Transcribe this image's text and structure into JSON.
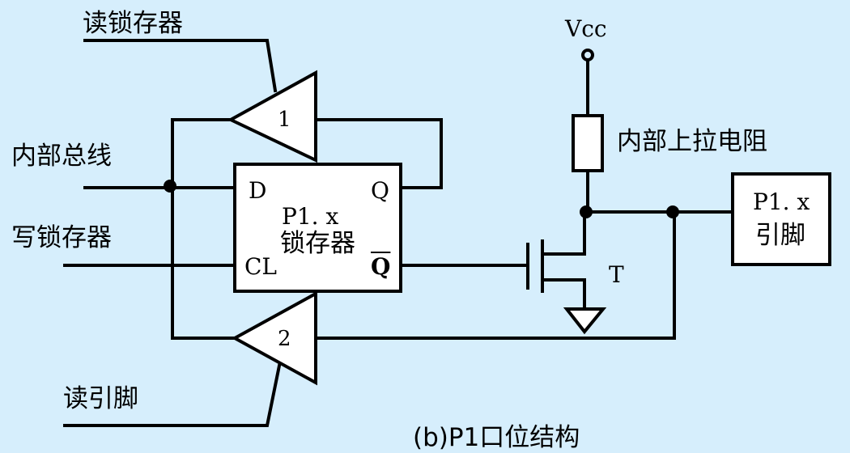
{
  "labels": {
    "read_latch": "读锁存器",
    "internal_bus": "内部总线",
    "write_latch": "写锁存器",
    "read_pin": "读引脚",
    "vcc": "Vcc",
    "pullup_resistor": "内部上拉电阻",
    "latch_name": "P1. x",
    "latch_sub": "锁存器",
    "pin_box_line1": "P1. x",
    "pin_box_line2": "引脚",
    "transistor": "T",
    "caption": "(b)P1口位结构"
  },
  "pins": {
    "d": "D",
    "q": "Q",
    "cl": "CL",
    "qbar": "Q"
  },
  "buffers": {
    "upper": "1",
    "lower": "2"
  },
  "colors": {
    "background": "#d6eefc",
    "wire": "#000000",
    "box_fill": "#ffffff"
  }
}
